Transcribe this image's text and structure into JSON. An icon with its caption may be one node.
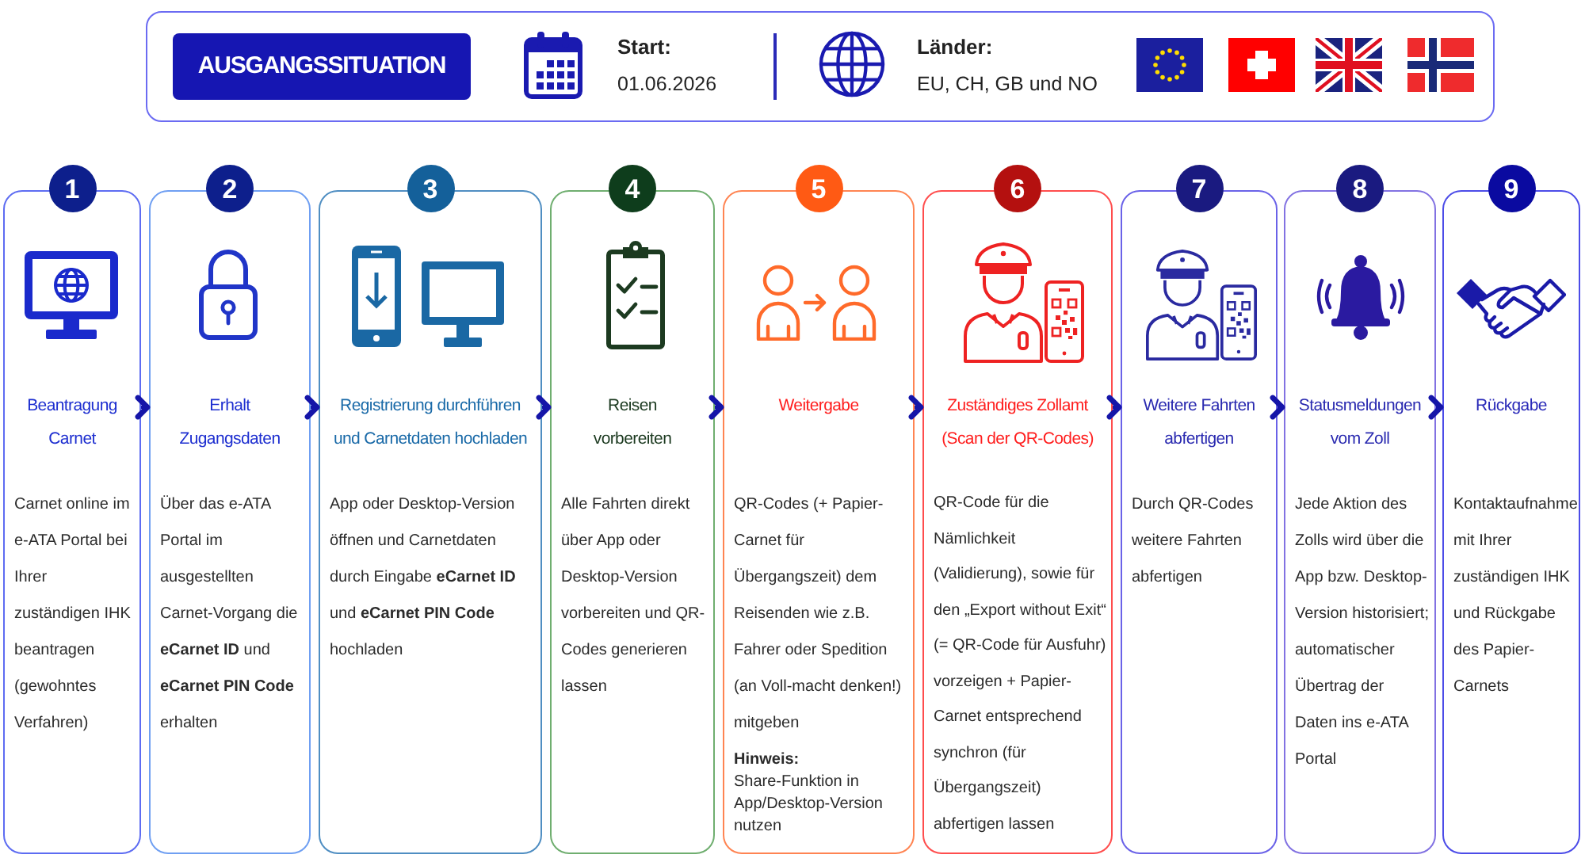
{
  "diagram": {
    "nodes": [
      {
        "text": [
          "Start:",
          "01.06.2026",
          "Länder:",
          "EU, CH, GB und NO"
        ]
      },
      {
        "text": [
          "AUSGANGSSITUATION"
        ],
        "in": 0
      },
      {
        "text": [
          "1"
        ]
      },
      {
        "text": [
          "Beantragung Carnet",
          "Carnet online im e-ATA Portal bei Ihrer zuständigen IHK beantragen (gewohntes Verfahren)"
        ]
      },
      {
        "text": [
          "2"
        ]
      },
      {
        "text": [
          "Erhalt Zugangsdaten",
          "Über das e-ATA Portal im ausgestellten Carnet-Vorgang die **eCarnet ID** und **eCarnet PIN Code** erhalten"
        ]
      },
      {
        "text": [
          "3"
        ]
      },
      {
        "text": [
          "Registrierung durchführen und Carnetdaten hochladen",
          "App oder Desktop-Version öffnen und Carnetdaten durch Eingabe **eCarnet ID** und **eCarnet PIN Code** hochladen"
        ]
      },
      {
        "text": [
          "4"
        ]
      },
      {
        "text": [
          "Reisen vorbereiten",
          "Alle Fahrten direkt über App oder Desktop-Version vorbereiten und QR-Codes generieren lassen"
        ]
      },
      {
        "text": [
          "5"
        ]
      },
      {
        "text": [
          "Weitergabe",
          "QR-Codes (+ Papier-Carnet für Übergangszeit) dem Reisenden wie z.B. Fahrer oder Spedition (an Voll-macht denken!) mitgeben",
          "**Hinweis:** Share-Funktion in App/Desktop-Version nutzen"
        ]
      },
      {
        "text": [
          "6"
        ]
      },
      {
        "text": [
          "Zuständiges Zollamt (Scan der QR-Codes)",
          "QR-Code für die Nämlichkeit (Validierung), sowie für den „Export without Exit“ (= QR-Code für Ausfuhr) vorzeigen + Papier-Carnet entsprechend synchron (für Übergangszeit) abfertigen lassen"
        ]
      },
      {
        "text": [
          "7"
        ]
      },
      {
        "text": [
          "Weitere Fahrten abfertigen",
          "Durch QR-Codes weitere Fahrten abfertigen"
        ]
      },
      {
        "text": [
          "8"
        ]
      },
      {
        "text": [
          "Statusmeldungen vom Zoll",
          "Jede Aktion des Zolls wird über die App bzw. Desktop-Version historisiert; automatischer Übertrag der Daten ins e-ATA Portal"
        ]
      },
      {
        "text": [
          "9"
        ]
      },
      {
        "text": [
          "Rückgabe",
          "Kontaktaufnahme mit Ihrer zuständigen IHK und Rückgabe des Papier-Carnets"
        ]
      }
    ],
    "edges": [
      {
        "from": 3,
        "to": 5,
        "arrow": "to"
      },
      {
        "from": 5,
        "to": 7,
        "arrow": "to"
      },
      {
        "from": 7,
        "to": 9,
        "arrow": "to"
      },
      {
        "from": 9,
        "to": 11,
        "arrow": "to"
      },
      {
        "from": 11,
        "to": 13,
        "arrow": "to"
      },
      {
        "from": 13,
        "to": 15,
        "arrow": "to"
      },
      {
        "from": 15,
        "to": 17,
        "arrow": "to"
      },
      {
        "from": 17,
        "to": 19,
        "arrow": "to"
      }
    ]
  }
}
